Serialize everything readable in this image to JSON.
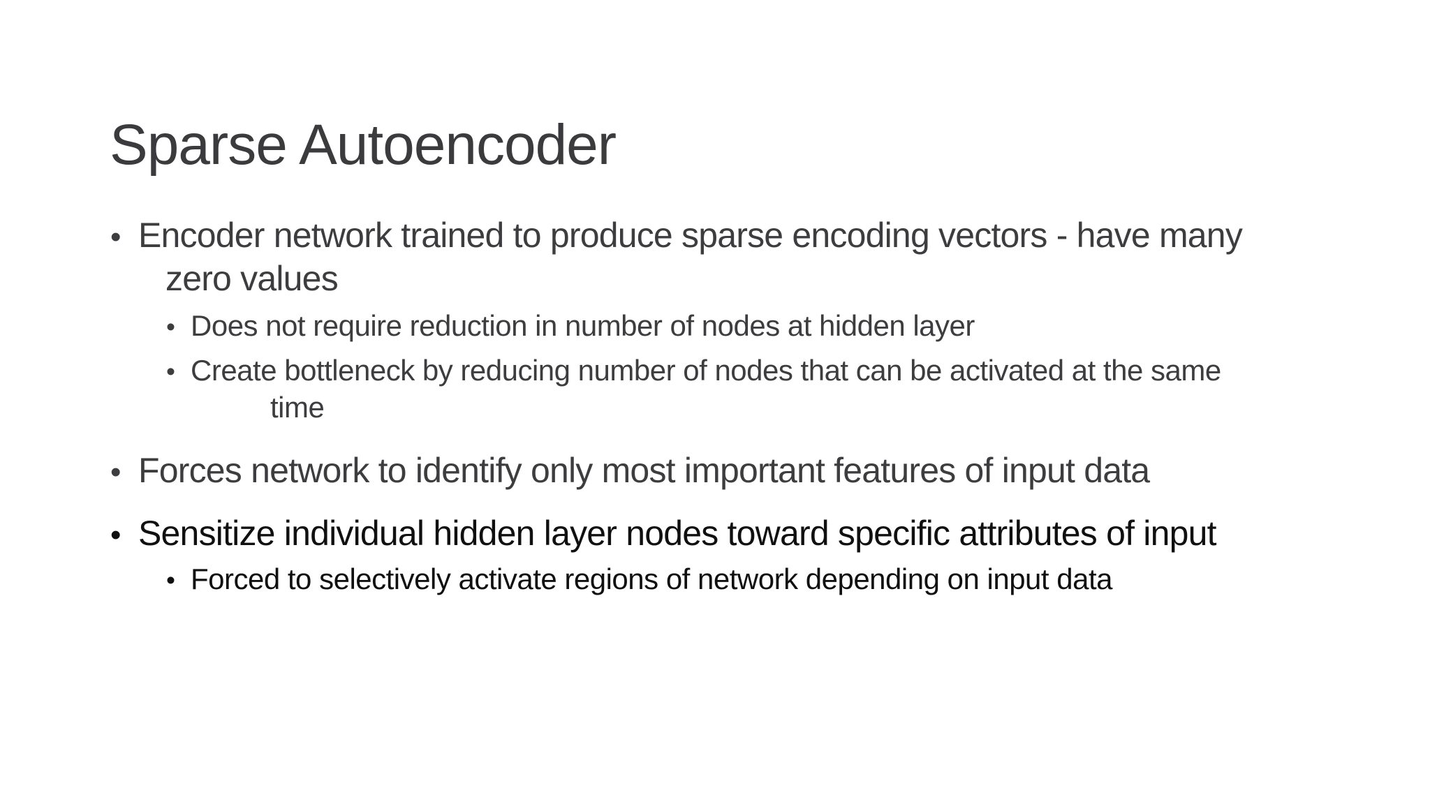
{
  "slide": {
    "title": "Sparse Autoencoder",
    "bullet_char": "•",
    "colors": {
      "background": "#ffffff",
      "title": "#3b3b3d",
      "body_gray": "#3d3d3f",
      "body_black": "#101010"
    },
    "lines": [
      {
        "level": 1,
        "has_bullet": true,
        "tone": "gray",
        "text": "Encoder network trained to produce sparse encoding vectors - have many"
      },
      {
        "level": 1,
        "has_bullet": false,
        "tone": "gray",
        "text": "zero values"
      },
      {
        "level": 2,
        "has_bullet": true,
        "tone": "gray",
        "text": "Does not require reduction in number of nodes at hidden layer"
      },
      {
        "level": 2,
        "has_bullet": true,
        "tone": "gray",
        "text": "Create bottleneck by reducing number of nodes that can be activated at the same"
      },
      {
        "level": 2,
        "has_bullet": false,
        "tone": "gray",
        "text": "time"
      },
      {
        "level": 1,
        "has_bullet": true,
        "tone": "gray",
        "text": "Forces network to identify only most important features of input data"
      },
      {
        "level": 1,
        "has_bullet": true,
        "tone": "black",
        "text": "Sensitize individual hidden layer nodes toward specific attributes of input"
      },
      {
        "level": 2,
        "has_bullet": true,
        "tone": "black",
        "text": "Forced to selectively activate regions of network depending on input data"
      }
    ]
  }
}
